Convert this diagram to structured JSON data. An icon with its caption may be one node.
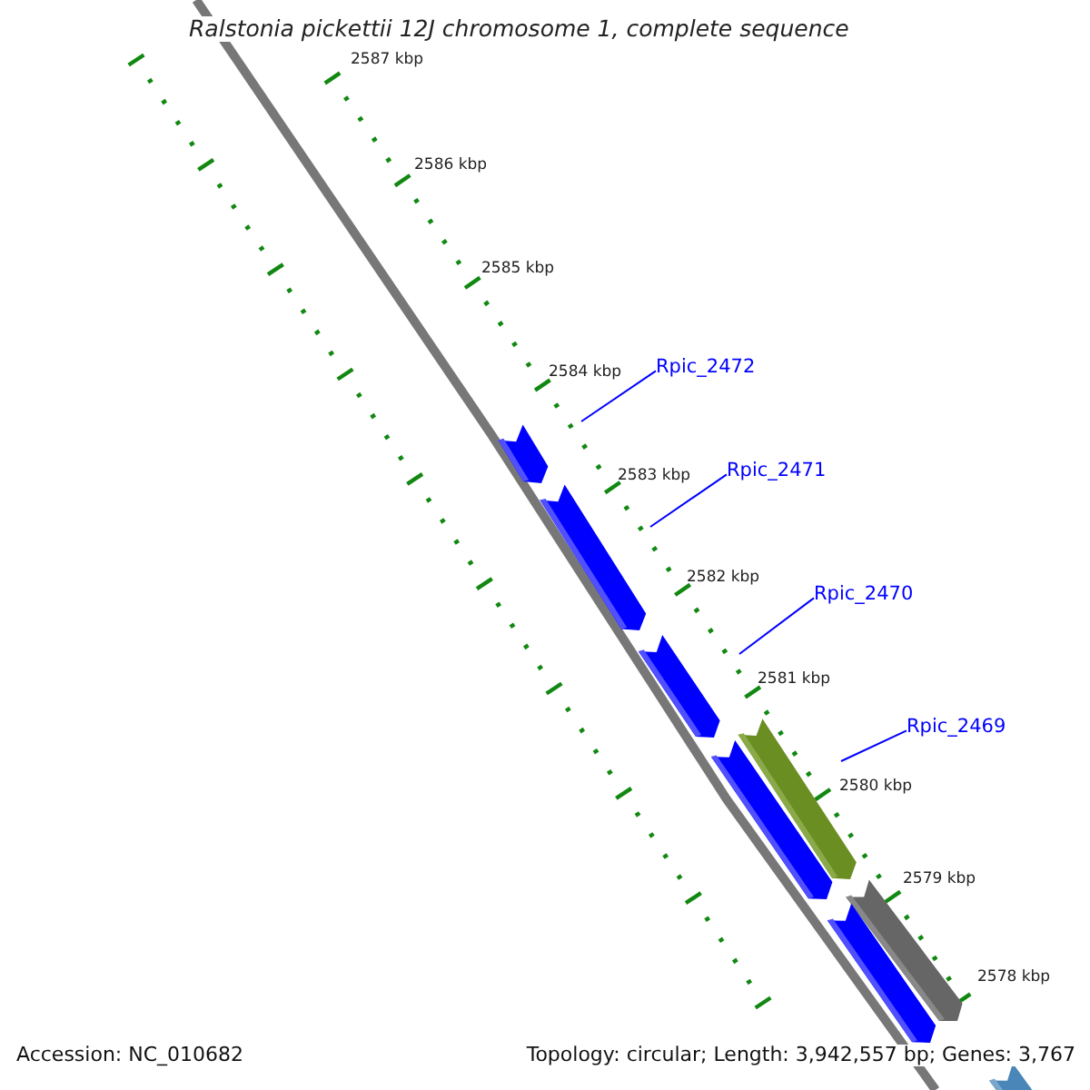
{
  "diagram": {
    "title": "Ralstonia pickettii 12J chromosome 1, complete sequence",
    "nodes": [
      {
        "text": [
          "Rpic_2472"
        ]
      },
      {
        "text": [
          "Rpic_2471"
        ]
      },
      {
        "text": [
          "Rpic_2470"
        ]
      },
      {
        "text": [
          "Rpic_2469"
        ]
      }
    ],
    "edges": [
      {
        "from": 0,
        "to": null,
        "arrow": "none"
      },
      {
        "from": 1,
        "to": null,
        "arrow": "none"
      },
      {
        "from": 2,
        "to": null,
        "arrow": "none"
      },
      {
        "from": 3,
        "to": null,
        "arrow": "none"
      }
    ],
    "labels": [
      "2587 kbp",
      "2586 kbp",
      "2585 kbp",
      "2584 kbp",
      "2583 kbp",
      "2582 kbp",
      "2581 kbp",
      "2580 kbp",
      "2579 kbp",
      "2578 kbp",
      "Accession: NC_010682",
      "Topology: circular; Length: 3,942,557 bp; Genes: 3,767"
    ]
  }
}
